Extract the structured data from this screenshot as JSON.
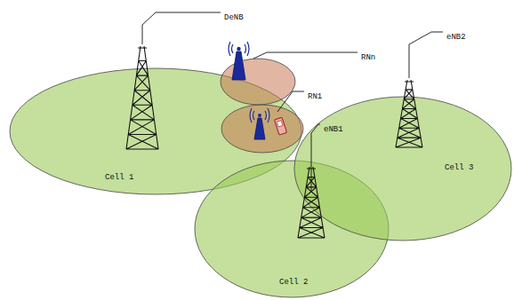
{
  "diagram": {
    "nodes": [
      {
        "text": [
          "Cell 1"
        ]
      },
      {
        "text": [
          "Cell 2"
        ]
      },
      {
        "text": [
          "Cell 3"
        ]
      }
    ],
    "labels": [
      "DeNB",
      "RNn",
      "RN1",
      "eNB2",
      "eNB1"
    ]
  }
}
